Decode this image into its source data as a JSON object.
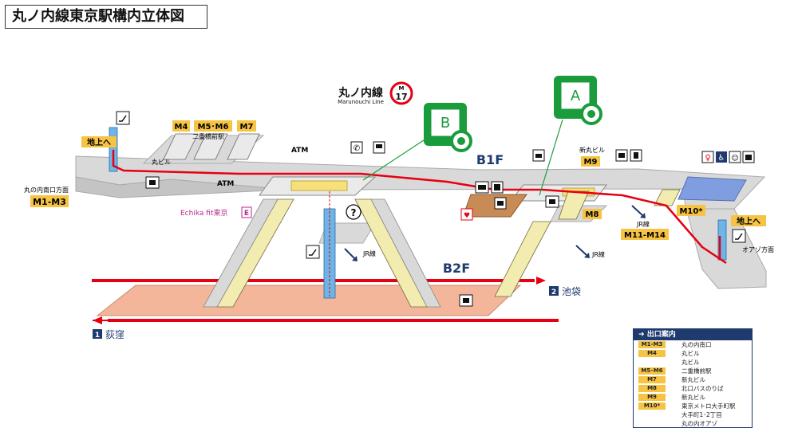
{
  "title": "丸ノ内線東京駅構内立体図",
  "line": {
    "name_ja": "丸ノ内線",
    "name_en": "Marunouchi Line",
    "letter": "M",
    "number": "17",
    "color": "#e60012"
  },
  "floors": {
    "b1": "B1F",
    "b2": "B2F"
  },
  "exits": {
    "m1_m3": "M1-M3",
    "m4": "M4",
    "m5_m6": "M5･M6",
    "m7": "M7",
    "m8": "M8",
    "m9": "M9",
    "m10": "M10*",
    "m11_m14": "M11-M14"
  },
  "labels": {
    "to_ground_left": "地上へ",
    "to_ground_right": "地上へ",
    "maru_building": "丸ビル",
    "nijubashi": "二重橋前駅",
    "shin_maru": "新丸ビル",
    "south_exit": "丸の内南口方面",
    "north_exit": "オアゾ方面",
    "echika": "Echika fit東京",
    "jr_1": "JR線",
    "jr_2": "JR線",
    "jr_3": "JR線",
    "atm": "ATM",
    "ikebukuro": "池袋",
    "ogikubo": "荻窪",
    "dir_2": "2",
    "dir_1": "1",
    "elevator_a": "A",
    "elevator_b": "B",
    "info": "?"
  },
  "legend": {
    "heading": "出口案内",
    "rows": [
      {
        "code": "M1-M3",
        "name": "丸の内南口"
      },
      {
        "code": "M4",
        "name": "丸ビル"
      },
      {
        "code": "",
        "name": "丸ビル"
      },
      {
        "code": "M5･M6",
        "name": "二重橋前駅"
      },
      {
        "code": "M7",
        "name": "新丸ビル"
      },
      {
        "code": "M8",
        "name": "北口バスのりば"
      },
      {
        "code": "M9",
        "name": "新丸ビル"
      },
      {
        "code": "M10*",
        "name": "東京メトロ大手町駅"
      },
      {
        "code": "",
        "name": "大手町1･2丁目"
      },
      {
        "code": "",
        "name": "丸の内オアゾ"
      }
    ]
  },
  "colors": {
    "route": "#e60012",
    "floor": "#d9d9d9",
    "platform": "#f4b69a",
    "exit": "#f6c343",
    "accent_green": "#1a9c3c",
    "navy": "#1e3a6e",
    "blue": "#6f8fd6"
  }
}
